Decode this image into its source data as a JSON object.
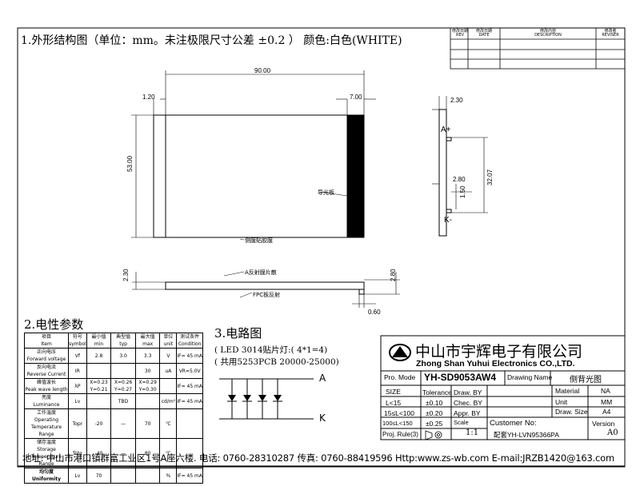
{
  "section1": {
    "title": "1.外形结构图（单位：mm。未注极限尺寸公差 ±0.2 ）  颜色:白色(WHITE)"
  },
  "revision": {
    "headers": [
      "修改日期\nREV",
      "修改日期\nDATE",
      "修改内容\nDESCRIPTION",
      "修改者\nREVISER"
    ]
  },
  "dims": {
    "width": "90.00",
    "left": "1.20",
    "strip": "7.00",
    "height": "53.00",
    "top_thk": "2.30",
    "pin_off": "2.80",
    "pin_w": "1.50",
    "side_h": "32.07",
    "thk": "2.30",
    "end_h": "2.80",
    "end_w": "0.60"
  },
  "labels": {
    "a_plus": "A+",
    "k_minus": "K-",
    "light_guide": "导光板",
    "side_film": "侧膜贴胶膜",
    "reflect": "A反射膜片散",
    "pcb": "FPC板反射"
  },
  "section2": {
    "title": "2.电性参数"
  },
  "elec_table": {
    "headers": [
      "项目\nItem",
      "符号\nsymbol",
      "最小值\nmin",
      "典型值\ntyp",
      "最大值\nmax",
      "单位\nunit",
      "测试条件\nCondition"
    ],
    "rows": [
      [
        "正向电压\nForward voltage",
        "Vf",
        "2.8",
        "3.0",
        "3.3",
        "V",
        "IF= 45 mA"
      ],
      [
        "反向电流\nReverse Current",
        "IR",
        "",
        "",
        "30",
        "uA",
        "VR=5.0V"
      ],
      [
        "峰值波长\nPeak wave length",
        "λP",
        "X=0.23\nY=0.21",
        "X=0.26\nY=0.27",
        "X=0.29\nY=0.30",
        "",
        "IF= 45 mA"
      ],
      [
        "亮度\nLuminance",
        "Lv",
        "",
        "TBD",
        "",
        "cd/m²",
        "IF= 45 mA"
      ],
      [
        "工作温度\nOperating Temperature Range",
        "Topr",
        "-20",
        "—",
        "70",
        "℃",
        ""
      ],
      [
        "储存温度\nStorage Temperature Range",
        "Tstg",
        "-40",
        "—",
        "80",
        "℃",
        ""
      ],
      [
        "均匀度\nUniformity",
        "Lv",
        "70",
        "",
        "",
        "%",
        "IF= 45 mA"
      ]
    ]
  },
  "section3": {
    "title": "3.电路图",
    "line1": "( LED 3014贴片灯:( 4*1=4)",
    "line2": "( 共用5253PCB   20000-25000)",
    "anode": "A",
    "cathode": "K"
  },
  "titleblock": {
    "company_cn": "中山市宇辉电子有限公司",
    "company_en": "Zhong Shan Yuhui Electronics CO.,LTD.",
    "pro_mode_label": "Pro. Mode",
    "pro_mode": "YH-SD9053AW4",
    "drawing_name_label": "Drawing Name",
    "drawing_name": "侧背光图",
    "size_label": "SIZE",
    "tolerance_label": "Tolerance",
    "draw_by": "Draw. BY",
    "material_label": "Material",
    "material": "NA",
    "r1_label": "L<15",
    "r1_val": "±0.10",
    "chec_by": "Chec. BY",
    "unit_label": "Unit",
    "unit": "MM",
    "r2_label": "15≤L<100",
    "r2_val": "±0.20",
    "appr_by": "Appr. BY",
    "dsize_label": "Draw. Size",
    "dsize": "A4",
    "r3_label": "100≤L<150",
    "r3_val": "±0.25",
    "scale_label": "Scale",
    "scale": "1:1",
    "customer_label": "Customer No:",
    "customer": "配套YH-LVN95366PA",
    "version_label": "Version",
    "version": "A0",
    "proj_label": "Proj. Rule(3)"
  },
  "footer": {
    "text": "地址: 中山市港口镇群富工业区1号A座六楼. 电话: 0760-28310287 传真: 0760-88419596 Http:www.zs-wb.com E-mail:JRZB1420@163.com"
  }
}
